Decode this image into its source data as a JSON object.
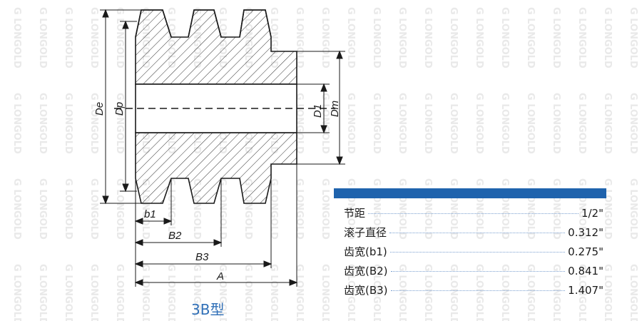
{
  "watermark": {
    "brand": "LONGOLD",
    "logo_mark": "G"
  },
  "diagram": {
    "labels": {
      "De": "De",
      "Dp": "Dp",
      "D1": "D1",
      "Dm": "Dm",
      "b1": "b1",
      "B2": "B2",
      "B3": "B3",
      "A": "A"
    },
    "model": "3B型"
  },
  "specs": {
    "rows": [
      {
        "label": "节距",
        "value": "1/2\""
      },
      {
        "label": "滚子直径",
        "value": "0.312\""
      },
      {
        "label": "齿宽(b1)",
        "value": "0.275\""
      },
      {
        "label": "齿宽(B2)",
        "value": "0.841\""
      },
      {
        "label": "齿宽(B3)",
        "value": "1.407\""
      }
    ]
  },
  "colors": {
    "accent": "#1f63ad",
    "model_text": "#2f6fb7",
    "line": "#1a1a1a"
  }
}
